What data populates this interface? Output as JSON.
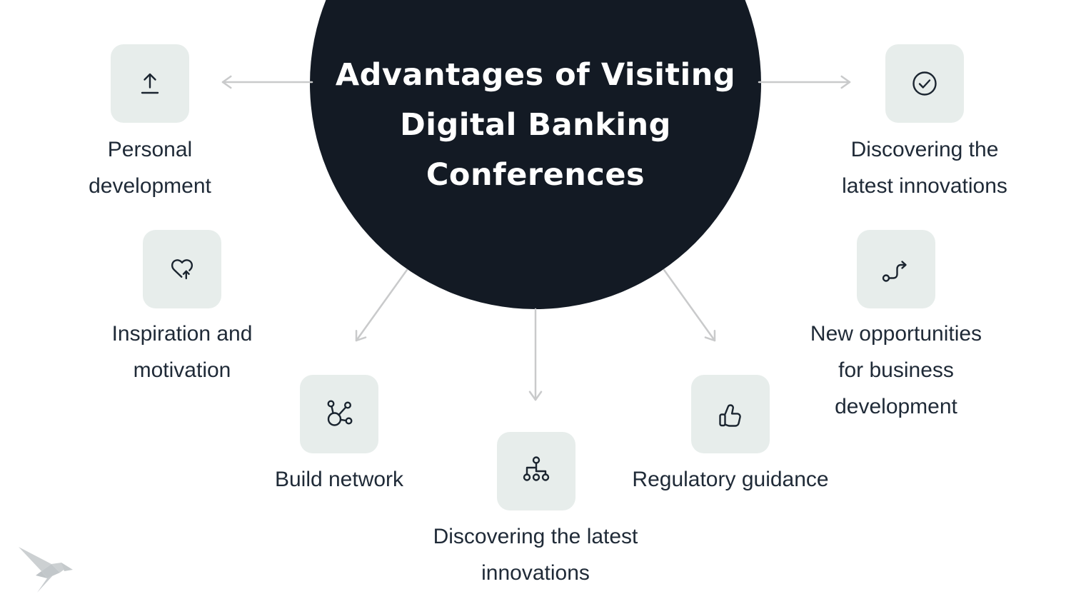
{
  "title": {
    "text": "Advantages of Visiting Digital Banking Conferences",
    "lines": [
      "Advantages of Visiting",
      "Digital Banking",
      "Conferences"
    ]
  },
  "items": [
    {
      "id": "personal-development",
      "icon": "upload-icon",
      "label": "Personal development",
      "lines": [
        "Personal",
        "development"
      ]
    },
    {
      "id": "discovering-latest-innovations-right",
      "icon": "check-circle-icon",
      "label": "Discovering the latest innovations",
      "lines": [
        "Discovering the",
        "latest innovations"
      ]
    },
    {
      "id": "inspiration-and-motivation",
      "icon": "heart-up-icon",
      "label": "Inspiration and motivation",
      "lines": [
        "Inspiration and",
        "motivation"
      ]
    },
    {
      "id": "build-network",
      "icon": "network-icon",
      "label": "Build network",
      "lines": [
        "Build network"
      ]
    },
    {
      "id": "discovering-latest-innovations-bottom",
      "icon": "sitemap-icon",
      "label": "Discovering the latest innovations",
      "lines": [
        "Discovering the latest",
        "innovations"
      ]
    },
    {
      "id": "regulatory-guidance",
      "icon": "thumbs-up-icon",
      "label": "Regulatory guidance",
      "lines": [
        "Regulatory guidance"
      ]
    },
    {
      "id": "new-opportunities",
      "icon": "route-icon",
      "label": "New opportunities for business development",
      "lines": [
        "New opportunities",
        "for business",
        "development"
      ]
    }
  ],
  "logo": {
    "name": "origami-bird-logo"
  },
  "colors": {
    "background": "#ffffff",
    "circle": "#131a24",
    "title_text": "#ffffff",
    "icon_box": "#e7edeb",
    "icon_stroke": "#1b2530",
    "label_text": "#1f2a37",
    "arrow": "#c9cacb",
    "logo_gray": "#c6cacc"
  }
}
